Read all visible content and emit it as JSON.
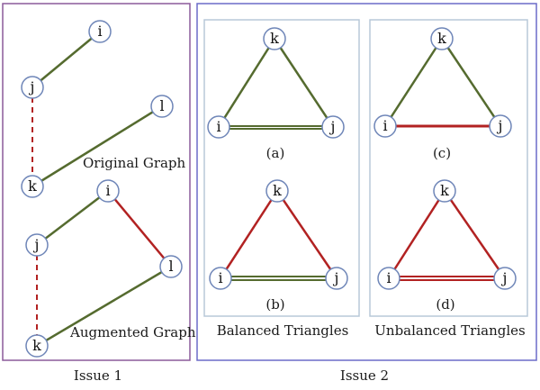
{
  "colors": {
    "positive_edge": "#556b2f",
    "negative_edge": "#b22222",
    "panel_border_issue1": "#8b5a9a",
    "panel_border_issue2": "#6b6bc8",
    "subpanel_border": "#b8c8d8",
    "node_stroke": "#6f86b8"
  },
  "issue1": {
    "label": "Issue 1",
    "original_caption": "Original Graph",
    "augmented_caption": "Augmented Graph",
    "original_nodes": [
      "i",
      "j",
      "l",
      "k"
    ],
    "augmented_nodes": [
      "i",
      "j",
      "l",
      "k"
    ]
  },
  "issue2": {
    "label": "Issue 2",
    "balanced_caption": "Balanced Triangles",
    "unbalanced_caption": "Unbalanced Triangles",
    "triangles": [
      {
        "tag": "(a)",
        "nodes": [
          "k",
          "i",
          "j"
        ]
      },
      {
        "tag": "(b)",
        "nodes": [
          "k",
          "i",
          "j"
        ]
      },
      {
        "tag": "(c)",
        "nodes": [
          "k",
          "i",
          "j"
        ]
      },
      {
        "tag": "(d)",
        "nodes": [
          "k",
          "i",
          "j"
        ]
      }
    ]
  }
}
